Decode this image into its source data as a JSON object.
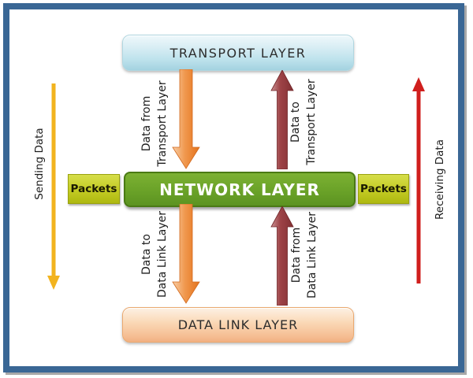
{
  "boxes": {
    "transport": {
      "label": "TRANSPORT LAYER"
    },
    "network": {
      "label": "NETWORK LAYER"
    },
    "datalink": {
      "label": "DATA LINK LAYER"
    }
  },
  "badges": {
    "packets_left": "Packets",
    "packets_right": "Packets"
  },
  "flow_labels": {
    "from_transport": {
      "line1": "Data from",
      "line2": "Transport Layer"
    },
    "to_transport": {
      "line1": "Data to",
      "line2": "Transport Layer"
    },
    "to_datalink": {
      "line1": "Data to",
      "line2": "Data Link Layer"
    },
    "from_datalink": {
      "line1": "Data from",
      "line2": "Data Link Layer"
    }
  },
  "side_labels": {
    "sending": "Sending Data",
    "receiving": "Receiving Data"
  },
  "colors": {
    "frame_blue": "#3a6795",
    "transport_blue": "#aed9e6",
    "network_green": "#68a026",
    "datalink_peach": "#f5bd92",
    "packets_yellow": "#c3cb24",
    "down_flow_orange": "#ef9648",
    "up_flow_maroon": "#93393c",
    "sending_gold": "#f2b31e",
    "receiving_red": "#d01f1d"
  }
}
